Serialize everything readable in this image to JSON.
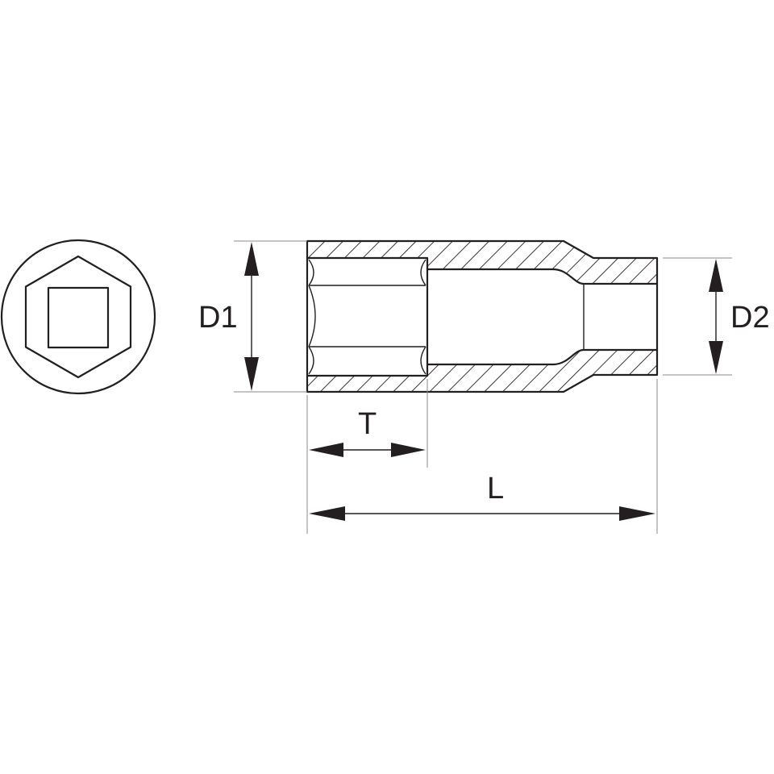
{
  "labels": {
    "d1": "D1",
    "d2": "D2",
    "t": "T",
    "l": "L"
  },
  "colors": {
    "line": "#231f20",
    "extension": "#8a8a8a",
    "background": "#ffffff"
  }
}
